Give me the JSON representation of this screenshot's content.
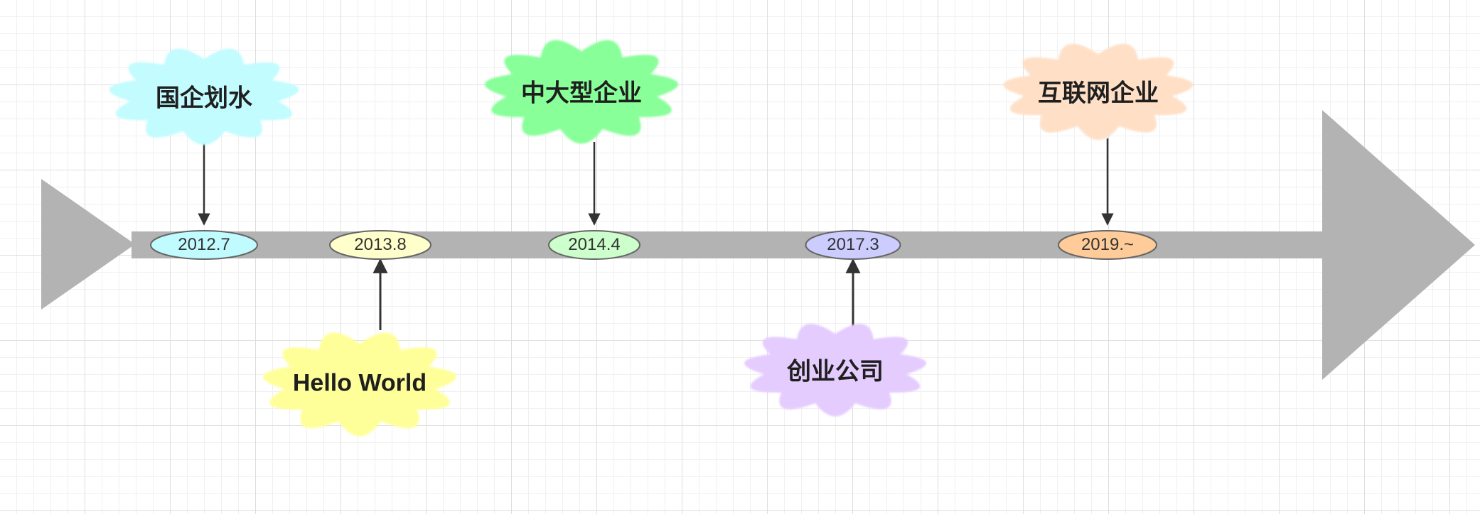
{
  "timeline": {
    "axis_color": "#b3b3b3",
    "milestones": [
      {
        "date": "2012.7",
        "date_color": "#c0fcff",
        "label": "国企划水",
        "cloud_color": "#c2fcff",
        "side": "top"
      },
      {
        "date": "2013.8",
        "date_color": "#ffffcc",
        "label": "Hello World",
        "cloud_color": "#ffff99",
        "side": "bottom"
      },
      {
        "date": "2014.4",
        "date_color": "#ccffcc",
        "label": "中大型企业",
        "cloud_color": "#88ff99",
        "side": "top"
      },
      {
        "date": "2017.3",
        "date_color": "#ccccff",
        "label": "创业公司",
        "cloud_color": "#e5ccff",
        "side": "bottom"
      },
      {
        "date": "2019.~",
        "date_color": "#ffcc99",
        "label": "互联网企业",
        "cloud_color": "#ffe0c7",
        "side": "top"
      }
    ]
  }
}
